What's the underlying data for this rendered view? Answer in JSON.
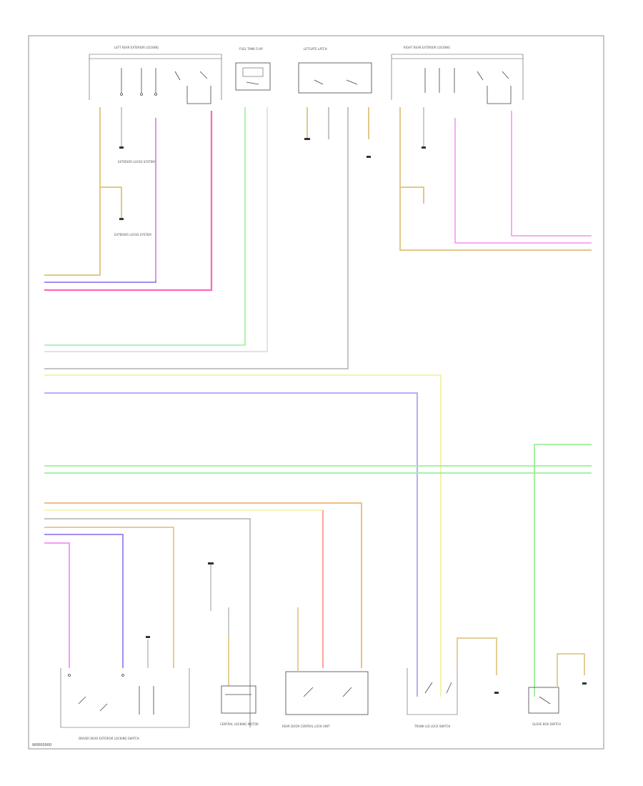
{
  "page_code": "W0000000",
  "wire_colors": {
    "tan": "#e0c888",
    "violet": "#a58cf0",
    "pink": "#ff66bb",
    "magenta": "#f78ef5",
    "green": "#99f099",
    "white": "#d8d8d8",
    "gray": "#8a8a8a",
    "yellow": "#f2f2a0",
    "blue": "#a8a8f2",
    "red": "#ff8f8f",
    "orange": "#f0c080"
  },
  "components": {
    "left_rear_switch": {
      "label": "LEFT REAR EXTERIOR LOCKING"
    },
    "fuel_tank_flap": {
      "label": "FUEL TANK FLAP"
    },
    "liftgate_latch": {
      "label": "LIFTGATE LATCH"
    },
    "right_rear_switch": {
      "label": "RIGHT REAR EXTERIOR LOCKING"
    },
    "rear_door_switch_bottom": {
      "label": "DRIVER REAR EXTERIOR LOCKING SWITCH"
    },
    "central_locking_motor": {
      "label": "CENTRAL LOCKING MOTOR"
    },
    "rear_unit_bottom": {
      "label": "REAR DOOR CENTRAL LOCK UNIT"
    },
    "trunk_lid_switch": {
      "label": "TRUNK LID LOCK SWITCH"
    },
    "glove_box_switch": {
      "label": "GLOVE BOX SWITCH"
    },
    "exterior_locks_system_1": {
      "label": "EXTERIOR LOCKS SYSTEM"
    },
    "exterior_locks_system_2": {
      "label": "EXTERIOR LOCKS SYSTEM"
    }
  }
}
